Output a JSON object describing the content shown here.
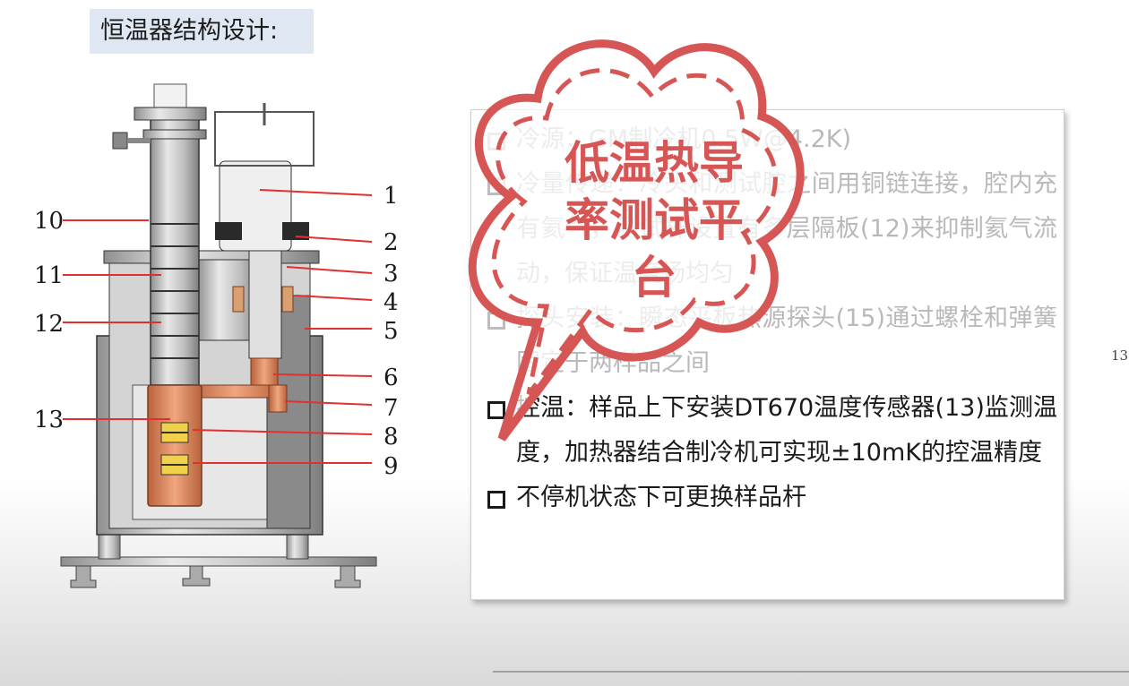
{
  "title": "恒温器结构设计:",
  "diagram": {
    "labels_left": [
      "10",
      "11",
      "12",
      "13"
    ],
    "labels_right": [
      "1",
      "2",
      "3",
      "4",
      "5",
      "6",
      "7",
      "8",
      "9"
    ]
  },
  "bullets": [
    {
      "text": "冷源：GM制冷机0.5W@4.2K)",
      "faint": true
    },
    {
      "text": "冷量传递：冷头和测试腔之间用铜链连接，腔内充有氦气，测试杆设置有多层隔板(12)来抑制氦气流动，保证温度场均匀",
      "faint": true
    },
    {
      "text": "探头安装：瞬态平板热源探头(15)通过螺栓和弹簧固定于两样品之间",
      "faint": true
    },
    {
      "text": "控温：样品上下安装DT670温度传感器(13)监测温度，加热器结合制冷机可实现±10mK的控温精度",
      "faint": false
    },
    {
      "text": "不停机状态下可更换样品杆",
      "faint": false
    }
  ],
  "callout": {
    "line1": "低温热导",
    "line2": "率测试平",
    "line3": "台"
  },
  "page_number": "13",
  "colors": {
    "callout": "#d65555",
    "accent_copper": "#d98a5e",
    "title_bg": "#dfe7f3",
    "arrow": "#e03030"
  }
}
